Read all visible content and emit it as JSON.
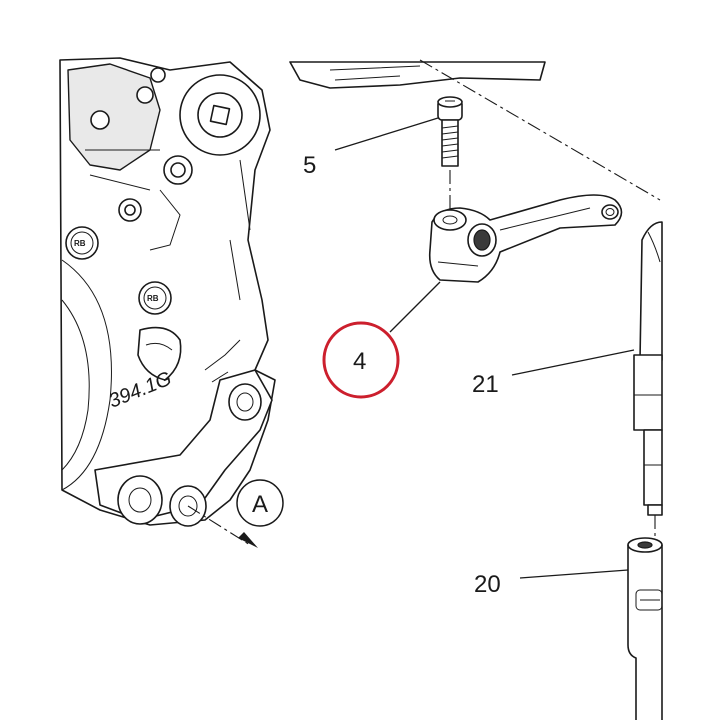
{
  "callouts": {
    "part_4": "4",
    "part_5": "5",
    "part_20": "20",
    "part_21": "21",
    "view_a": "A"
  },
  "engine_markings": {
    "casting_number": "394.1G",
    "bolt_stamp": "RB"
  },
  "colors": {
    "highlight_circle": "#cc1f2d",
    "line_art": "#1a1a1a"
  }
}
